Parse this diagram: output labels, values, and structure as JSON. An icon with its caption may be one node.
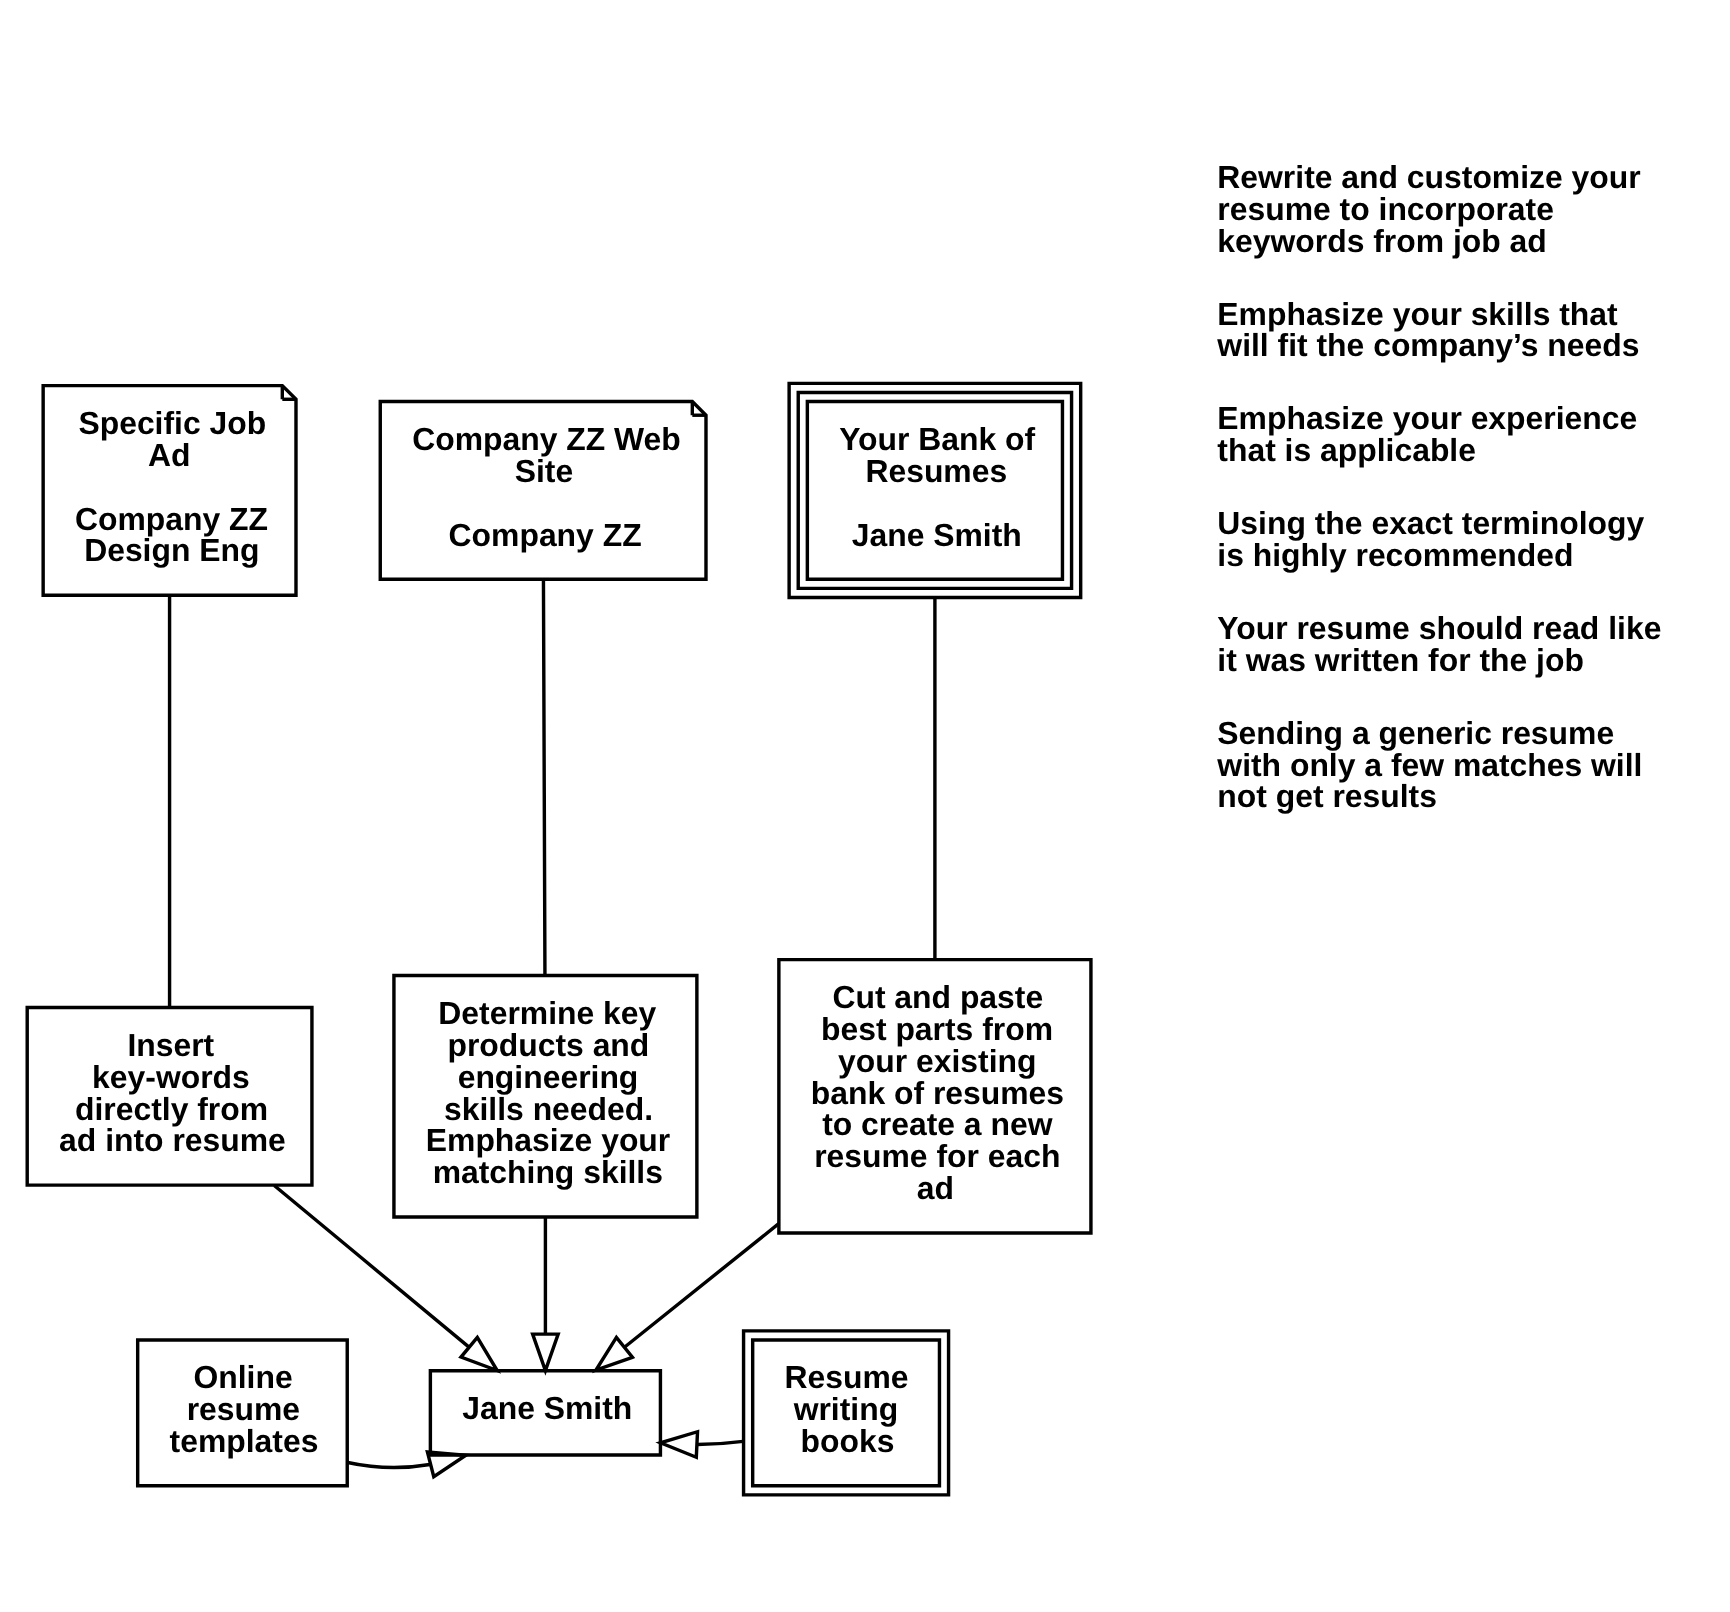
{
  "diagram": {
    "nodes": [
      {
        "text": [
          "Specific Job Ad",
          "Company ZZ Design Eng"
        ]
      },
      {
        "text": [
          "Company ZZ Web Site",
          "Company ZZ"
        ]
      },
      {
        "text": [
          "Your Bank of Resumes",
          "Jane Smith"
        ]
      },
      {
        "text": [
          "Insert key-words directly from ad into resume"
        ]
      },
      {
        "text": [
          "Determine key products and engineering skills needed. Emphasize your matching skills"
        ]
      },
      {
        "text": [
          "Cut and paste best parts from your existing bank of resumes to create a new resume for each ad"
        ]
      },
      {
        "text": [
          "Online resume templates"
        ]
      },
      {
        "text": [
          "Jane Smith"
        ]
      },
      {
        "text": [
          "Resume writing books"
        ]
      }
    ],
    "edges": [
      {
        "from": 0,
        "to": 3,
        "arrow": "none"
      },
      {
        "from": 1,
        "to": 4,
        "arrow": "none"
      },
      {
        "from": 2,
        "to": 5,
        "arrow": "none"
      },
      {
        "from": 3,
        "to": 7,
        "arrow": "to"
      },
      {
        "from": 4,
        "to": 7,
        "arrow": "to"
      },
      {
        "from": 5,
        "to": 7,
        "arrow": "to"
      },
      {
        "from": 6,
        "to": 7,
        "arrow": "to"
      },
      {
        "from": 8,
        "to": 7,
        "arrow": "to"
      }
    ],
    "labels": [
      "Rewrite and customize your resume to incorporate keywords from job ad",
      "Emphasize your skills that will fit the company’s needs",
      "Emphasize your experience that is applicable",
      "Using the exact terminology is highly recommended",
      "Your resume should read like it was written for the job",
      "Sending a generic resume with only a few matches will not get results"
    ]
  }
}
